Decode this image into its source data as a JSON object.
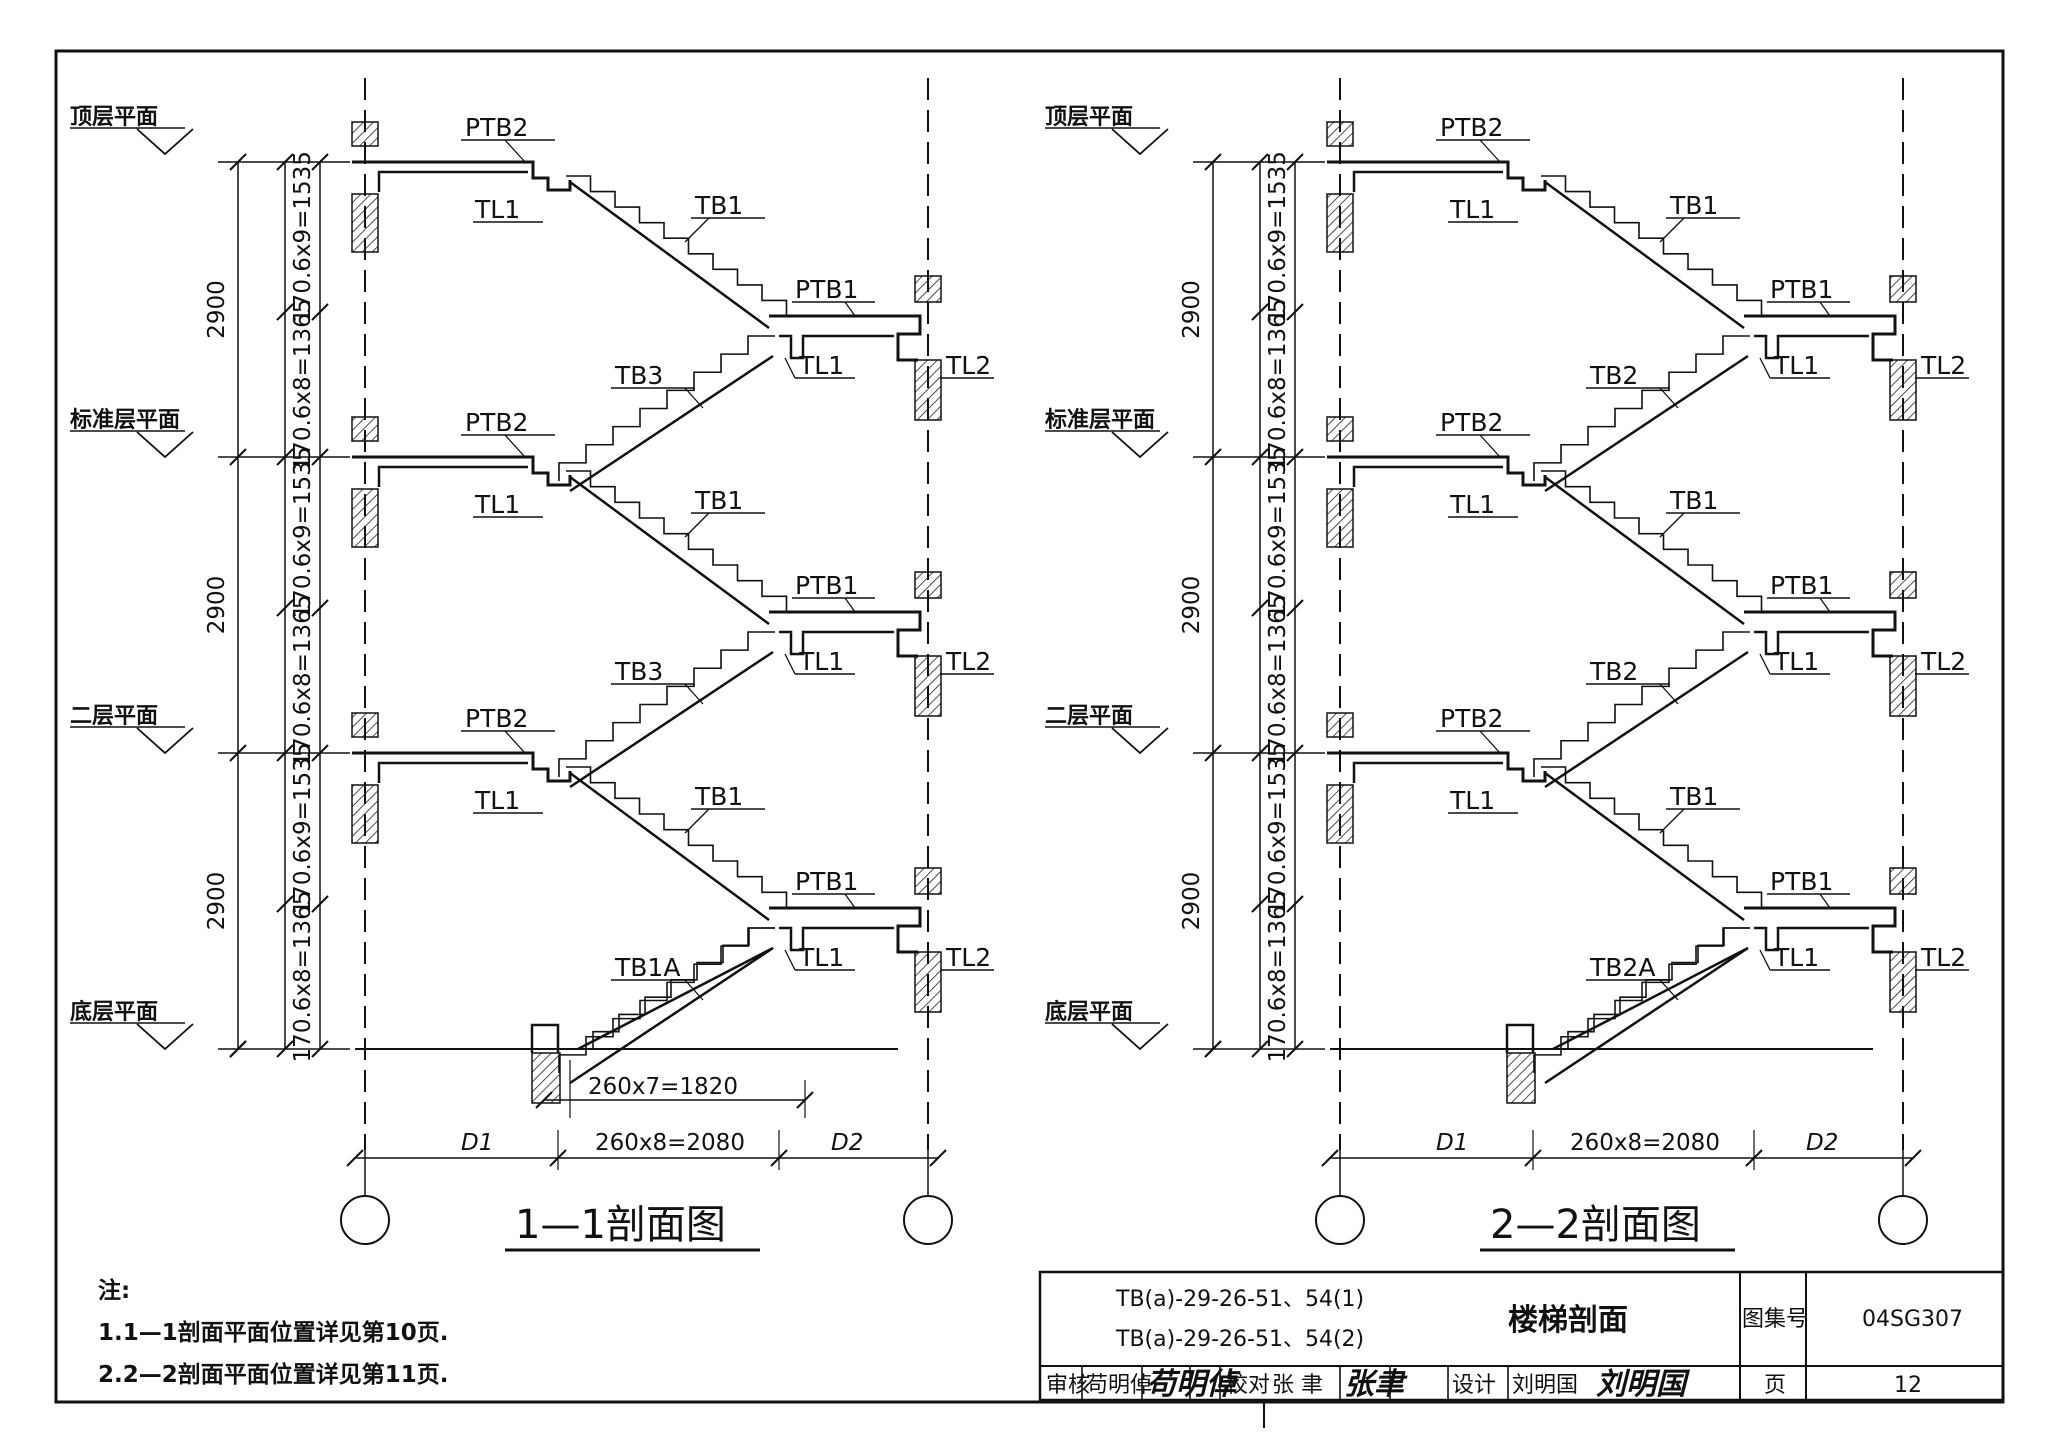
{
  "levels": [
    "顶层平面",
    "标准层平面",
    "二层平面",
    "底层平面"
  ],
  "floor_height": "2900",
  "dims": {
    "upper_flight": "170.6x9=1535",
    "lower_flight": "170.6x8=1365",
    "bottom_run": "260x7=1820",
    "main_run": "260x8=2080",
    "d1": "D1",
    "d2": "D2"
  },
  "section1": {
    "title": "1—1剖面图",
    "upper_flight_label": "TB1",
    "lower_flight_label": "TB3",
    "bottom_flight_label": "TB1A",
    "floor_landing": "PTB2",
    "mid_landing": "PTB1",
    "beam": "TL1",
    "wall_beam": "TL2"
  },
  "section2": {
    "title": "2—2剖面图",
    "upper_flight_label": "TB1",
    "lower_flight_label": "TB2",
    "bottom_flight_label": "TB2A",
    "floor_landing": "PTB2",
    "mid_landing": "PTB1",
    "beam": "TL1",
    "wall_beam": "TL2"
  },
  "notes": {
    "heading": "注:",
    "items": [
      "1.1—1剖面平面位置详见第10页.",
      "2.2—2剖面平面位置详见第11页."
    ]
  },
  "title_block": {
    "code_line1": "TB(a)-29-26-51、54(1)",
    "code_line2": "TB(a)-29-26-51、54(2)",
    "drawing_name": "楼梯剖面",
    "atlas_label": "图集号",
    "atlas_no": "04SG307",
    "review_label": "审核",
    "reviewer": "苟明倬",
    "reviewer_sig": "苟明倬",
    "check_label": "校对",
    "checker": "张 聿",
    "checker_sig": "张聿",
    "design_label": "设计",
    "designer": "刘明国",
    "designer_sig": "刘明国",
    "page_label": "页",
    "page_no": "12"
  }
}
